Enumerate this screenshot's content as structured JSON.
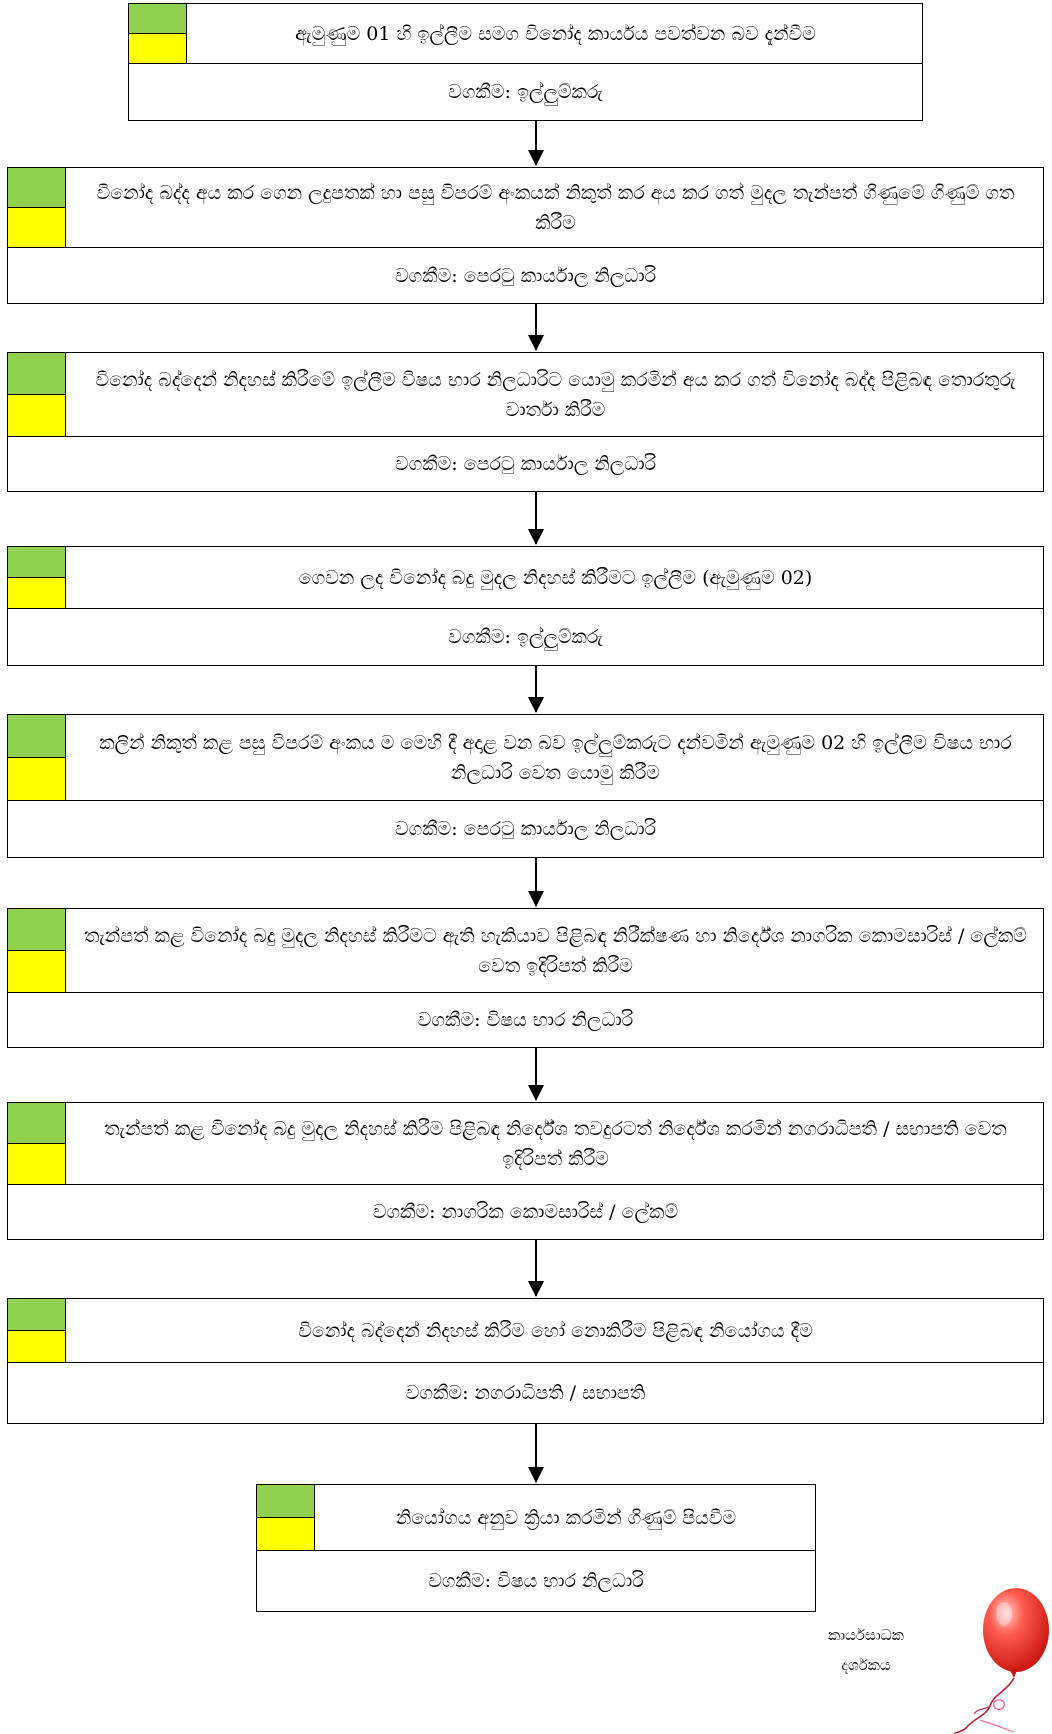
{
  "colors": {
    "green": "#92d050",
    "yellow": "#ffff00",
    "border": "#000000"
  },
  "steps": [
    {
      "text": "ඇමුණුම 01 හි ඉල්ලීම සමග විනෝද කාර්යය පවත්වන බව දැන්වීම",
      "responsible": "වගකීම: ඉල්ලුම්කරු"
    },
    {
      "text": "විනෝද බද්ද අය කර ගෙන ලදුපතක් හා පසු විපරම් අංකයක් නිකුත් කර අය කර ගත් මුදල තැන්පත් ගිණුමේ ගිණුම් ගත කිරීම",
      "responsible": "වගකීම: පෙරටු කාර්යාල නිලධාරි"
    },
    {
      "text": "විනෝද බද්දෙන් නිදහස් කිරීමේ ඉල්ලීම විෂය භාර නිලධාරිට යොමු කරමින් අය කර ගත් විනෝද බද්ද පිළිබඳ තොරතුරු වාර්තා කිරීම",
      "responsible": "වගකීම: පෙරටු කාර්යාල නිලධාරි"
    },
    {
      "text": "ගෙවන ලද විනෝද බදු මුදල නිදහස් කිරීමට ඉල්ලීම (ඇමුණුම 02)",
      "responsible": "වගකීම: ඉල්ලුම්කරු"
    },
    {
      "text": "කලින් නිකුත් කළ පසු විපරම් අංකය ම මෙහි දී අදාළ වන බව ඉල්ලුම්කරුට දන්වමින් ඇමුණුම 02 හි ඉල්ලීම විෂය භාර නිලධාරි වෙත යොමු කිරීම",
      "responsible": "වගකීම: පෙරටු කාර්යාල නිලධාරි"
    },
    {
      "text": "තැන්පත් කළ විනෝද බදු මුදල නිදහස් කිරීමට ඇති හැකියාව පිළිබඳ නිරීක්ෂණ හා නිර්දේශ නාගරික කොමසාරිස් / ලේකම් වෙත ඉදිරිපත් කිරීම",
      "responsible": "වගකීම: විෂය භාර නිලධාරි"
    },
    {
      "text": "තැන්පත් කළ විනෝද බදු මුදල නිදහස් කිරීම පිළිබඳ නිර්දේශ තවදුරටත් නිර්දේශ කරමින් නගරාධිපති / සභාපති වෙත ඉදිරිපත් කිරීම",
      "responsible": "වගකීම: නාගරික කොමසාරිස් / ලේකම්"
    },
    {
      "text": "විනෝද බද්දෙන් නිදහස් කිරීම හෝ නොකිරීම පිළිබඳ නියෝගය දීම",
      "responsible": "වගකීම: නගරාධිපති / සභාපති"
    },
    {
      "text": "නියෝගය අනුව ක්‍රියා කරමින් ගිණුම් පියවීම",
      "responsible": "වගකීම: විෂය භාර නිලධාරි"
    }
  ],
  "legend": {
    "line1": "කාර්යසාධක",
    "line2": "දර්ශකය"
  },
  "balloon_icon": "balloon-icon"
}
